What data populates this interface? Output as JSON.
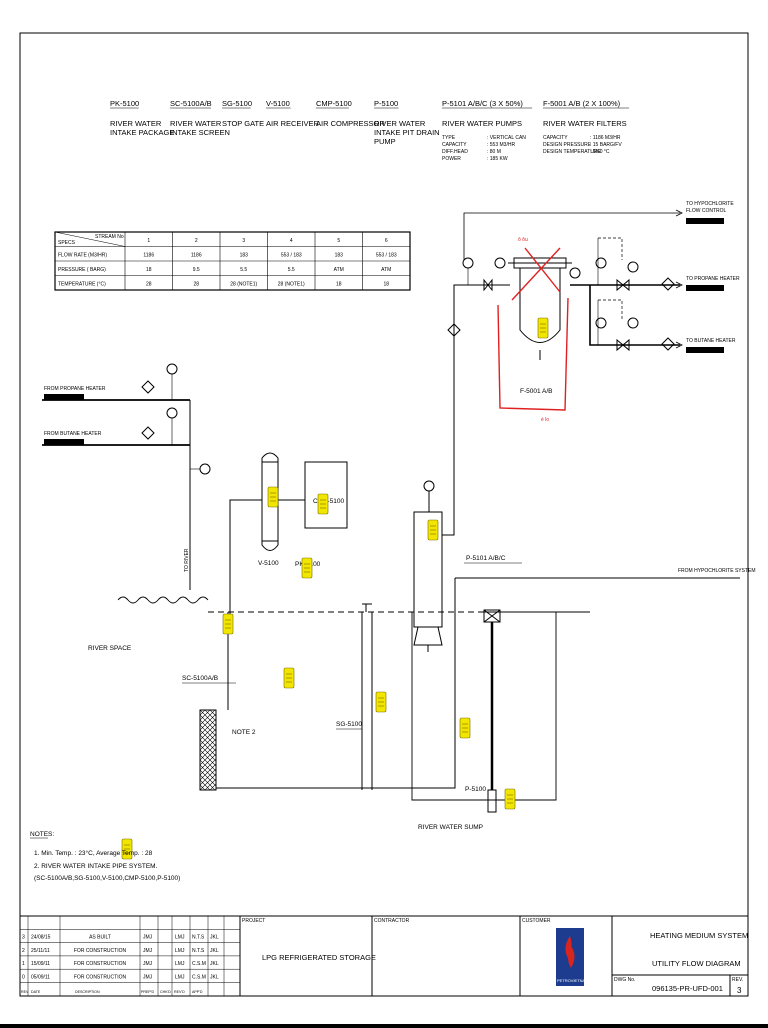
{
  "equipment": [
    {
      "tag": "PK-5100",
      "desc": [
        "RIVER WATER",
        "INTAKE PACKAGE"
      ]
    },
    {
      "tag": "SC-5100A/B",
      "desc": [
        "RIVER WATER",
        "INTAKE SCREEN"
      ]
    },
    {
      "tag": "SG-5100",
      "desc": [
        "STOP GATE"
      ]
    },
    {
      "tag": "V-5100",
      "desc": [
        "AIR RECEIVER"
      ]
    },
    {
      "tag": "CMP-5100",
      "desc": [
        "AIR COMPRESSOR"
      ]
    },
    {
      "tag": "P-5100",
      "desc": [
        "RIVER WATER",
        "INTAKE PIT DRAIN",
        "PUMP"
      ]
    },
    {
      "tag": "P-5101 A/B/C (3 X 50%)",
      "desc": [
        "RIVER WATER PUMPS"
      ]
    },
    {
      "tag": "F-5001 A/B (2 X 100%)",
      "desc": [
        "RIVER WATER FILTERS"
      ]
    }
  ],
  "pump_specs": [
    [
      "TYPE",
      ": VERTICAL CAN"
    ],
    [
      "CAPACITY",
      ": 553 M3/HR"
    ],
    [
      "DIFF.HEAD",
      ": 80 M"
    ],
    [
      "POWER",
      ": 185 KW"
    ]
  ],
  "filter_specs": [
    [
      "CAPACITY",
      ": 1186 M3/HR"
    ],
    [
      "DESIGN PRESSURE",
      ": 15 BARG/FV"
    ],
    [
      "DESIGN TEMPERATURE",
      ": 0/60 °C"
    ]
  ],
  "stream_table": {
    "corner_top": "STREAM No",
    "corner_bottom": "SPECS",
    "columns": [
      "1",
      "2",
      "3",
      "4",
      "5",
      "6"
    ],
    "rows": [
      {
        "label": "FLOW RATE (M3/HR)",
        "values": [
          "1186",
          "1186",
          "183",
          "553 / 183",
          "183",
          "553 / 183"
        ]
      },
      {
        "label": "PRESSURE ( BARG)",
        "values": [
          "18",
          "9.5",
          "5.5",
          "5.5",
          "ATM",
          "ATM"
        ]
      },
      {
        "label": "TEMPERATURE (°C)",
        "values": [
          "28",
          "28",
          "28 (NOTE1)",
          "28 (NOTE1)",
          "18",
          "18"
        ]
      }
    ]
  },
  "labels": {
    "to_hypochlorite": "TO HYPOCHLORITE",
    "flow_control": "FLOW CONTROL",
    "to_propane_heater": "TO PROPANE HEATER",
    "to_butane_heater": "TO BUTANE HEATER",
    "from_propane_heater": "FROM PROPANE HEATER",
    "from_butane_heater": "FROM BUTANE HEATER",
    "from_hypochlorite": "FROM HYPOCHLORITE SYSTEM",
    "to_river": "TO RIVER",
    "river_space": "RIVER SPACE",
    "river_water_sump": "RIVER WATER SUMP",
    "f5001": "F-5001 A/B",
    "p5101": "P-5101 A/B/C",
    "v5100": "V-5100",
    "pk5100": "PK-5100",
    "cmp5100": "CMP-5100",
    "sc5100": "SC-5100A/B",
    "sg5100": "SG-5100",
    "p5100": "P-5100",
    "note2": "NOTE 2",
    "handwritten_top": "ô  ôu",
    "handwritten_bottom": "é  lo"
  },
  "notes": {
    "title": "NOTES:",
    "items": [
      "1. Min. Temp. : 23°C,  Average Temp. : 28",
      "2. RIVER WATER INTAKE PIPE SYSTEM.",
      "   (SC-5100A/B,SG-5100,V-5100,CMP-5100,P-5100)"
    ]
  },
  "title_block": {
    "revisions": [
      {
        "rev": "3",
        "date": "24/08/15",
        "desc": "AS BUILT",
        "by": "JMJ",
        "chk": "LMJ",
        "app": "N.T.S",
        "app2": "JKL"
      },
      {
        "rev": "2",
        "date": "25/11/11",
        "desc": "FOR CONSTRUCTION",
        "by": "JMJ",
        "chk": "LMJ",
        "app": "N.T.S",
        "app2": "JKL"
      },
      {
        "rev": "1",
        "date": "15/09/11",
        "desc": "FOR CONSTRUCTION",
        "by": "JMJ",
        "chk": "LMJ",
        "app": "C.S.M",
        "app2": "JKL"
      },
      {
        "rev": "0",
        "date": "05/09/11",
        "desc": "FOR CONSTRUCTION",
        "by": "JMJ",
        "chk": "LMJ",
        "app": "C.S.M",
        "app2": "JKL"
      }
    ],
    "rev_header": [
      "REV",
      "DATE",
      "DESCRIPTION",
      "PREP'D",
      "CHK'D",
      "REV'D",
      "APP'D"
    ],
    "project_label": "PROJECT",
    "project": "LPG REFRIGERATED STORAGE",
    "contractor_label": "CONTRACTOR",
    "owner_label": "CUSTOMER",
    "logo_text": "PETROVIETNAM",
    "title1": "HEATING MEDIUM SYSTEM",
    "title2": "UTILITY FLOW DIAGRAM",
    "dwg_label": "DWG No.",
    "dwg_no": "096135-PR-UFD-001",
    "sheet_label": "REV.",
    "sheet": "3"
  },
  "colors": {
    "markup_red": "#e02020",
    "sticky_yellow": "#f2e600",
    "logo_blue": "#1d3c8f",
    "logo_red": "#d8251d"
  }
}
